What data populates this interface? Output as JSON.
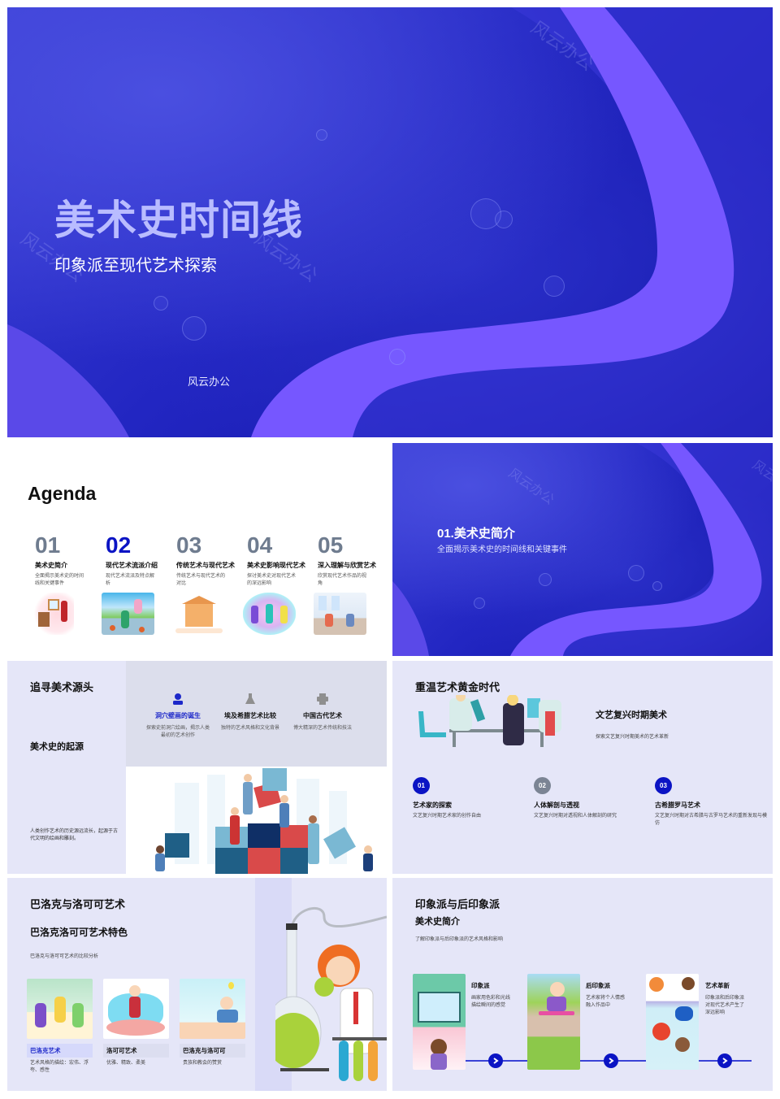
{
  "colors": {
    "primary_blue": "#0b14c4",
    "accent_purple": "#7657ff",
    "panel_lavender": "#e5e6f8",
    "gray_number": "#6f7c8f"
  },
  "slide1": {
    "title": "美术史时间线",
    "subtitle": "印象派至现代艺术探索",
    "brand": "风云办公",
    "watermark": "风云办公"
  },
  "slide2": {
    "title": "Agenda",
    "items": [
      {
        "num": "01",
        "title": "美术史简介",
        "desc": "全面揭示美术史的时间线和关键事件",
        "image": "painter-at-easel-illustration"
      },
      {
        "num": "02",
        "title": "现代艺术流派介绍",
        "desc": "现代艺术流派及特点解析",
        "image": "kids-playing-basketball-illustration",
        "active": true
      },
      {
        "num": "03",
        "title": "传统艺术与现代艺术",
        "desc": "传统艺术与现代艺术的对比",
        "image": "school-building-illustration"
      },
      {
        "num": "04",
        "title": "美术史影响现代艺术",
        "desc": "探讨美术史对现代艺术的深远影响",
        "image": "people-playing-ball-illustration"
      },
      {
        "num": "05",
        "title": "深入理解与欣赏艺术",
        "desc": "欣赏现代艺术作品的视角",
        "image": "cafe-scene-illustration"
      }
    ]
  },
  "slide3": {
    "title": "01.美术史简介",
    "subtitle": "全面揭示美术史的时间线和关键事件",
    "watermark": "风云办公"
  },
  "slide4": {
    "heading": "追寻美术源头",
    "subheading": "美术史的起源",
    "description": "人类创作艺术的历史源远流长，起源于古代文明的绘画和雕刻。",
    "features": [
      {
        "icon": "user-icon",
        "title": "洞穴壁画的诞生",
        "desc": "探索史前洞穴绘画，揭示人类最初的艺术创作",
        "active": true
      },
      {
        "icon": "flask-icon",
        "title": "埃及希腊艺术比较",
        "desc": "独特的艺术风格和文化背景"
      },
      {
        "icon": "printer-icon",
        "title": "中国古代艺术",
        "desc": "博大精深的艺术传统和技法"
      }
    ],
    "image": "people-assembling-puzzle-illustration"
  },
  "slide5": {
    "heading": "重温艺术黄金时代",
    "sub_title": "文艺复兴时期美术",
    "sub_desc": "探索文艺复兴时期美术的艺术革新",
    "image": "scientists-lab-illustration",
    "steps": [
      {
        "num": "01",
        "title": "艺术家的探索",
        "desc": "文艺复兴时期艺术家的创作自由"
      },
      {
        "num": "02",
        "title": "人体解剖与透视",
        "desc": "文艺复兴时期对透视和人体解剖的研究"
      },
      {
        "num": "03",
        "title": "古希腊罗马艺术",
        "desc": "文艺复兴时期对古希腊与古罗马艺术的重新发现与模仿"
      }
    ]
  },
  "slide6": {
    "heading": "巴洛克与洛可可艺术",
    "subheading": "巴洛克洛可可艺术特色",
    "description": "巴洛克与洛可可艺术的比较分析",
    "image": "boy-scientist-illustration",
    "cards": [
      {
        "title": "巴洛克艺术",
        "desc": "艺术风格的描绘：宏伟、浮夸、感性",
        "active": true
      },
      {
        "title": "洛可可艺术",
        "desc": "优雅、精致、柔美"
      },
      {
        "title": "巴洛克与洛可可",
        "desc": "贵族和教会的赞赏"
      }
    ]
  },
  "slide7": {
    "heading": "印象派与后印象派",
    "subheading": "美术史简介",
    "description": "了解印象派与后印象派的艺术风格和影响",
    "timeline": [
      {
        "title": "印象派",
        "desc": "画家用色彩和光线描绘瞬间的感觉"
      },
      {
        "title": "后印象派",
        "desc": "艺术家将个人情感融入作品中"
      },
      {
        "title": "艺术革新",
        "desc": "印象派和后印象派对现代艺术产生了深远影响"
      }
    ]
  }
}
